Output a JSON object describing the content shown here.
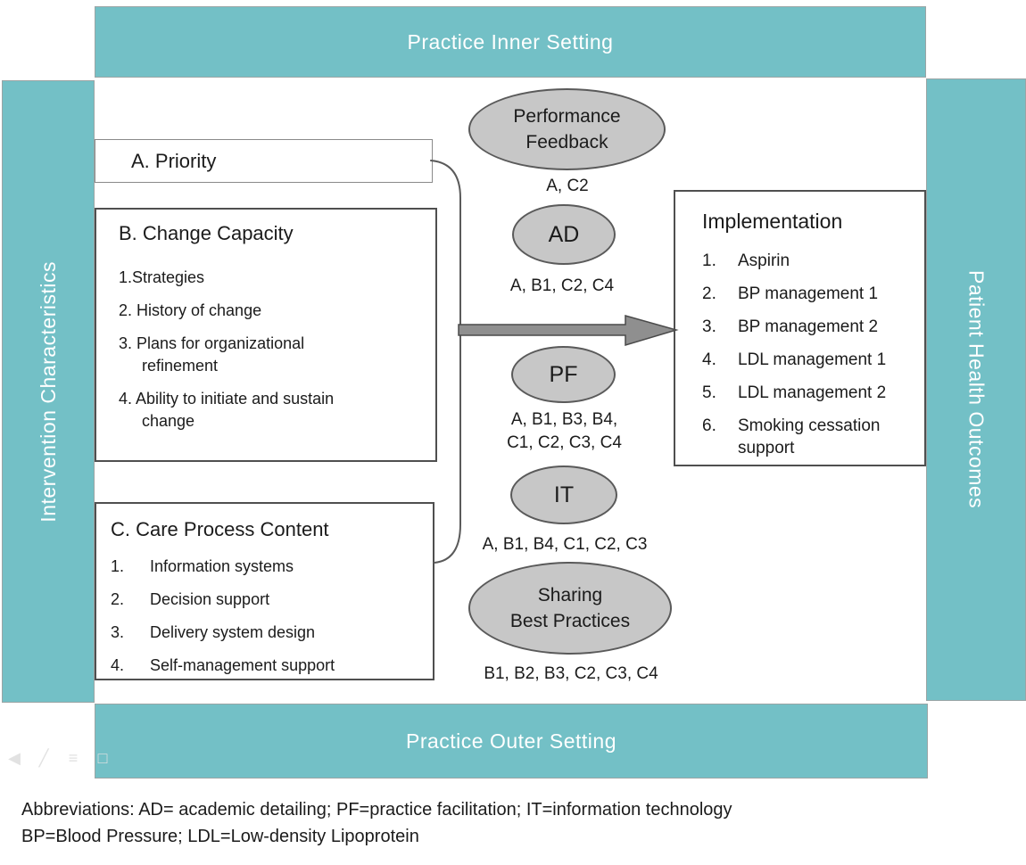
{
  "bars": {
    "top": "Practice Inner Setting",
    "bottom": "Practice Outer Setting",
    "left": "Intervention Characteristics",
    "right": "Patient Health Outcomes"
  },
  "boxes": {
    "priority": {
      "title": "A. Priority"
    },
    "change_capacity": {
      "title": "B. Change Capacity",
      "items": [
        {
          "line1": "1.Strategies"
        },
        {
          "line1": "2. History of change"
        },
        {
          "line1": "3. Plans for organizational",
          "line2": "refinement"
        },
        {
          "line1": "4. Ability to initiate and sustain",
          "line2": "change"
        }
      ]
    },
    "care_process": {
      "title": "C. Care Process Content",
      "items": [
        {
          "num": "1.",
          "text": "Information systems"
        },
        {
          "num": "2.",
          "text": "Decision support"
        },
        {
          "num": "3.",
          "text": "Delivery system design"
        },
        {
          "num": "4.",
          "text": "Self-management support"
        }
      ]
    },
    "implementation": {
      "title": "Implementation",
      "items": [
        {
          "num": "1.",
          "text": "Aspirin"
        },
        {
          "num": "2.",
          "text": "BP management 1"
        },
        {
          "num": "3.",
          "text": "BP management 2"
        },
        {
          "num": "4.",
          "text": "LDL management 1"
        },
        {
          "num": "5.",
          "text": "LDL management 2"
        },
        {
          "num": "6.",
          "text": "Smoking cessation support"
        }
      ]
    }
  },
  "ellipses": {
    "performance_feedback": {
      "line1": "Performance",
      "line2": "Feedback",
      "codes": "A, C2"
    },
    "ad": {
      "label": "AD",
      "codes": "A, B1, C2, C4"
    },
    "pf": {
      "label": "PF",
      "codes_line1": "A, B1, B3, B4,",
      "codes_line2": "C1, C2, C3, C4"
    },
    "it": {
      "label": "IT",
      "codes": "A, B1, B4, C1, C2, C3"
    },
    "sharing_best_practices": {
      "line1": "Sharing",
      "line2": "Best Practices",
      "codes": "B1, B2, B3, C2, C3, C4"
    }
  },
  "footnote": {
    "line1": "Abbreviations: AD= academic detailing; PF=practice facilitation; IT=information technology",
    "line2": "BP=Blood Pressure; LDL=Low-density Lipoprotein"
  },
  "colors": {
    "teal": "#73c0c6",
    "ellipse_fill": "#c7c7c7",
    "ellipse_border": "#5a5a5a",
    "arrow_fill": "#8f8f8f",
    "box_border": "#4f4f4f",
    "text": "#1b1b1b"
  }
}
